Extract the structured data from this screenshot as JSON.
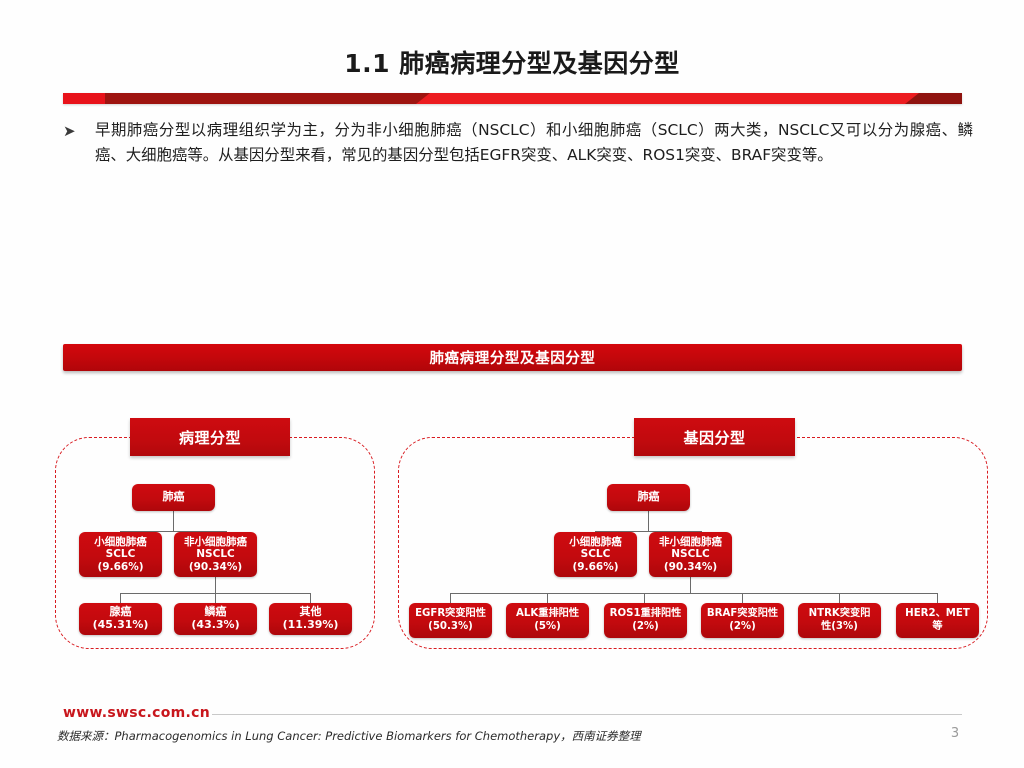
{
  "slide": {
    "title": "1.1 肺癌病理分型及基因分型",
    "page_number": "3",
    "accent_color": "#c30a0e",
    "accent_dark": "#9e1410",
    "dashed_border_color": "#d81b20"
  },
  "bullet": {
    "marker": "➤",
    "text": "早期肺癌分型以病理组织学为主，分为非小细胞肺癌（NSCLC）和小细胞肺癌（SCLC）两大类，NSCLC又可以分为腺癌、鳞癌、大细胞癌等。从基因分型来看，常见的基因分型包括EGFR突变、ALK突变、ROS1突变、BRAF突变等。"
  },
  "section_band": {
    "title": "肺癌病理分型及基因分型"
  },
  "panels": {
    "left": {
      "label": "病理分型",
      "nodes": {
        "root": {
          "lines": [
            "肺癌"
          ]
        },
        "sclc": {
          "lines": [
            "小细胞肺癌",
            "SCLC",
            "(9.66%)"
          ]
        },
        "nsclc": {
          "lines": [
            "非小细胞肺癌",
            "NSCLC",
            "(90.34%)"
          ]
        },
        "leaf1": {
          "lines": [
            "腺癌",
            "(45.31%)"
          ]
        },
        "leaf2": {
          "lines": [
            "鳞癌",
            "(43.3%)"
          ]
        },
        "leaf3": {
          "lines": [
            "其他",
            "(11.39%)"
          ]
        }
      }
    },
    "right": {
      "label": "基因分型",
      "nodes": {
        "root": {
          "lines": [
            "肺癌"
          ]
        },
        "sclc": {
          "lines": [
            "小细胞肺癌",
            "SCLC",
            "(9.66%)"
          ]
        },
        "nsclc": {
          "lines": [
            "非小细胞肺癌",
            "NSCLC",
            "(90.34%)"
          ]
        },
        "gene1": {
          "lines": [
            "EGFR突变阳性",
            "(50.3%)"
          ]
        },
        "gene2": {
          "lines": [
            "ALK重排阳性",
            "(5%)"
          ]
        },
        "gene3": {
          "lines": [
            "ROS1重排阳性",
            "(2%)"
          ]
        },
        "gene4": {
          "lines": [
            "BRAF突变阳性",
            "(2%)"
          ]
        },
        "gene5": {
          "lines": [
            "NTRK突变阳",
            "性(3%)"
          ]
        },
        "gene6": {
          "lines": [
            "HER2、MET",
            "等"
          ]
        }
      }
    }
  },
  "footer": {
    "url": "www.swsc.com.cn",
    "source": "数据来源：Pharmacogenomics in Lung Cancer: Predictive Biomarkers for Chemotherapy，西南证券整理"
  },
  "chart_data": {
    "type": "diagram",
    "title": "肺癌病理分型及基因分型",
    "trees": [
      {
        "name": "病理分型",
        "root": "肺癌",
        "levels": [
          {
            "label": "小细胞肺癌 SCLC",
            "value": 9.66,
            "unit": "%"
          },
          {
            "label": "非小细胞肺癌 NSCLC",
            "value": 90.34,
            "unit": "%"
          }
        ],
        "nsclc_subtypes": [
          {
            "label": "腺癌",
            "value": 45.31,
            "unit": "%"
          },
          {
            "label": "鳞癌",
            "value": 43.3,
            "unit": "%"
          },
          {
            "label": "其他",
            "value": 11.39,
            "unit": "%"
          }
        ]
      },
      {
        "name": "基因分型",
        "root": "肺癌",
        "levels": [
          {
            "label": "小细胞肺癌 SCLC",
            "value": 9.66,
            "unit": "%"
          },
          {
            "label": "非小细胞肺癌 NSCLC",
            "value": 90.34,
            "unit": "%"
          }
        ],
        "nsclc_mutations": [
          {
            "label": "EGFR突变阳性",
            "value": 50.3,
            "unit": "%"
          },
          {
            "label": "ALK重排阳性",
            "value": 5,
            "unit": "%"
          },
          {
            "label": "ROS1重排阳性",
            "value": 2,
            "unit": "%"
          },
          {
            "label": "BRAF突变阳性",
            "value": 2,
            "unit": "%"
          },
          {
            "label": "NTRK突变阳性",
            "value": 3,
            "unit": "%"
          },
          {
            "label": "HER2、MET等",
            "value": null,
            "unit": "%"
          }
        ]
      }
    ]
  }
}
